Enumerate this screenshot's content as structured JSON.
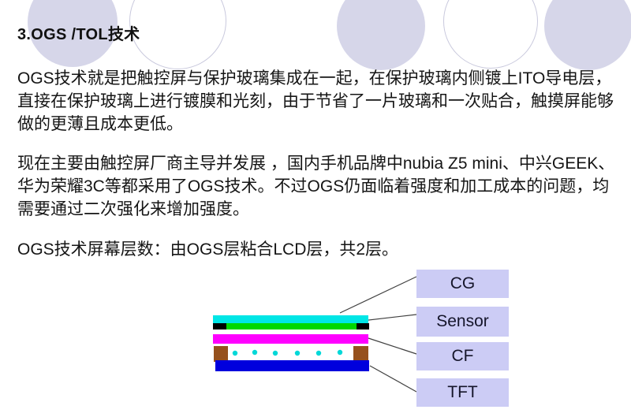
{
  "slide": {
    "title": "3.OGS /TOL技术",
    "paragraph_1": "OGS技术就是把触控屏与保护玻璃集成在一起，在保护玻璃内侧镀上ITO导电层，直接在保护玻璃上进行镀膜和光刻，由于节省了一片玻璃和一次贴合，触摸屏能够做的更薄且成本更低。",
    "paragraph_2": "现在主要由触控屏厂商主导并发展 ，国内手机品牌中nubia Z5 mini、中兴GEEK、华为荣耀3C等都采用了OGS技术。不过OGS仍面临着强度和加工成本的问题，均需要通过二次强化来增加强度。",
    "paragraph_3": "OGS技术屏幕层数：由OGS层粘合LCD层，共2层。"
  },
  "diagram": {
    "labels": [
      "CG",
      "Sensor",
      "CF",
      "TFT"
    ],
    "colors": {
      "cover_glass": "#00e6e6",
      "sensor": "#00d800",
      "sensor_cap": "#000000",
      "color_filter": "#ff00ff",
      "seal": "#96511e",
      "lc_dot": "#00d8d8",
      "tft": "#0000dd",
      "label_box": "#ccccf5",
      "connector": "#404040"
    }
  },
  "decor": {
    "circle_fill": "#d6d6e9",
    "circle_stroke": "#c9c9dd"
  }
}
